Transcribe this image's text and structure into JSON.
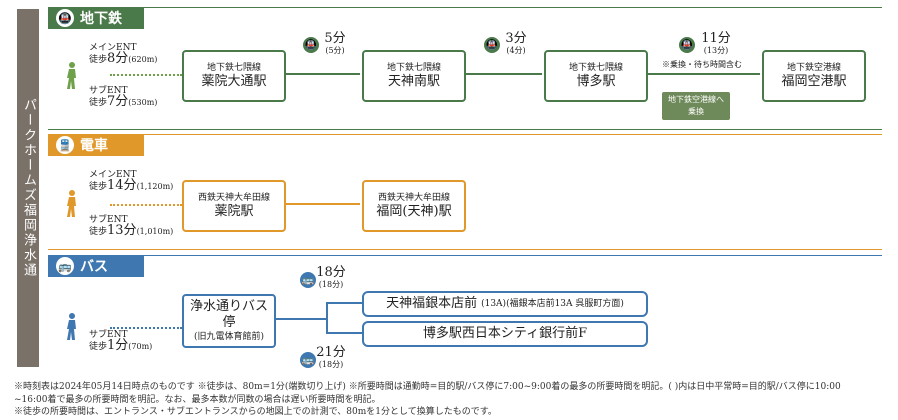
{
  "sidebar_title": "パークホームズ福岡浄水通",
  "sections": {
    "subway": {
      "title": "地下鉄",
      "color": "#4a7a4a",
      "icon": "subway-icon",
      "main_ent": {
        "label": "メインENT",
        "walk_prefix": "徒歩",
        "minutes": "8分",
        "distance": "(620m)"
      },
      "sub_ent": {
        "label": "サブENT",
        "walk_prefix": "徒歩",
        "minutes": "7分",
        "distance": "(530m)"
      },
      "stations": [
        {
          "line": "地下鉄七隈線",
          "name": "薬院大通駅"
        },
        {
          "line": "地下鉄七隈線",
          "name": "天神南駅"
        },
        {
          "line": "地下鉄七隈線",
          "name": "博多駅"
        },
        {
          "line": "地下鉄空港線",
          "name": "福岡空港駅"
        }
      ],
      "times": [
        {
          "time": "5分",
          "sub": "(5分)"
        },
        {
          "time": "3分",
          "sub": "(4分)"
        },
        {
          "time": "11分",
          "sub": "(13分)",
          "note": "※乗換・待ち時間含む"
        }
      ],
      "transfer": "地下鉄空港線へ乗換"
    },
    "train": {
      "title": "電車",
      "color": "#e0982a",
      "icon": "train-icon",
      "main_ent": {
        "label": "メインENT",
        "walk_prefix": "徒歩",
        "minutes": "14分",
        "distance": "(1,120m)"
      },
      "sub_ent": {
        "label": "サブENT",
        "walk_prefix": "徒歩",
        "minutes": "13分",
        "distance": "(1,010m)"
      },
      "stations": [
        {
          "line": "西鉄天神大牟田線",
          "name": "薬院駅"
        },
        {
          "line": "西鉄天神大牟田線",
          "name": "福岡(天神)駅"
        }
      ]
    },
    "bus": {
      "title": "バス",
      "color": "#3f78b0",
      "icon": "bus-icon",
      "sub_ent": {
        "label": "サブENT",
        "walk_prefix": "徒歩",
        "minutes": "1分",
        "distance": "(70m)"
      },
      "stop": {
        "name": "浄水通りバス停",
        "sub": "(旧九電体育館前)"
      },
      "dest1": {
        "name": "天神福銀本店前",
        "detail": "(13A)(福銀本店前13A 呉服町方面)"
      },
      "dest2": {
        "name": "博多駅西日本シティ銀行前F"
      },
      "time1": {
        "time": "18分",
        "sub": "(18分)"
      },
      "time2": {
        "time": "21分",
        "sub": "(18分)"
      }
    }
  },
  "notes": [
    "※時刻表は2024年05月14日時点のものです ※徒歩は、80m=1分(端数切り上げ) ※所要時間は通勤時=目的駅/バス停に7:00~9:00着の最多の所要時間を明記。( )内は日中平常時=目的駅/バス停に10:00",
    "~16:00着で最多の所要時間を明記。なお、最多本数が同数の場合は遅い所要時間を明記。",
    "※徒歩の所要時間は、エントランス・サブエントランスからの地図上での計測で、80mを1分として換算したものです。"
  ]
}
